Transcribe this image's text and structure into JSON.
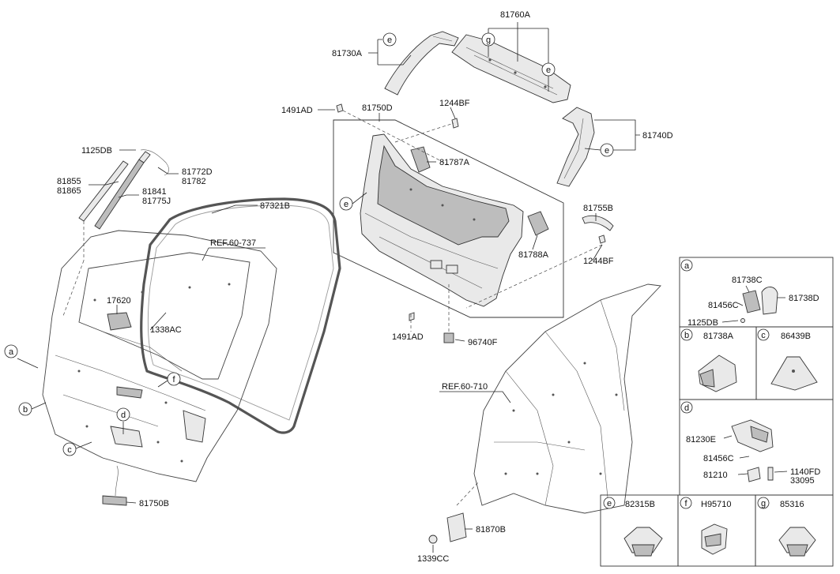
{
  "labels": {
    "p81760A": "81760A",
    "p81730A": "81730A",
    "p1491AD_top": "1491AD",
    "p81750D": "81750D",
    "p1244BF_top": "1244BF",
    "p81740D": "81740D",
    "p81787A": "81787A",
    "p1125DB": "1125DB",
    "p81772D": "81772D",
    "p81782": "81782",
    "p81855": "81855",
    "p81865": "81865",
    "p81841": "81841",
    "p81775J": "81775J",
    "p87321B": "87321B",
    "ref60737": "REF.60-737",
    "p81755B": "81755B",
    "p81788A": "81788A",
    "p1244BF_bot": "1244BF",
    "p17620": "17620",
    "p1338AC": "1338AC",
    "p1491AD_bot": "1491AD",
    "p96740F": "96740F",
    "ref60710": "REF.60-710",
    "p81750B": "81750B",
    "p81870B": "81870B",
    "p1339CC": "1339CC"
  },
  "callouts": {
    "a": "a",
    "b": "b",
    "c": "c",
    "d": "d",
    "e": "e",
    "f": "f",
    "g": "g"
  },
  "panels": {
    "a": {
      "letter": "a",
      "parts": [
        "81738C",
        "81456C",
        "81738D",
        "1125DB"
      ]
    },
    "b": {
      "letter": "b",
      "part": "81738A"
    },
    "c": {
      "letter": "c",
      "part": "86439B"
    },
    "d": {
      "letter": "d",
      "parts": [
        "81230E",
        "81456C",
        "81210",
        "1140FD",
        "33095"
      ]
    },
    "e": {
      "letter": "e",
      "part": "82315B"
    },
    "f": {
      "letter": "f",
      "part": "H95710"
    },
    "g": {
      "letter": "g",
      "part": "85316"
    }
  }
}
